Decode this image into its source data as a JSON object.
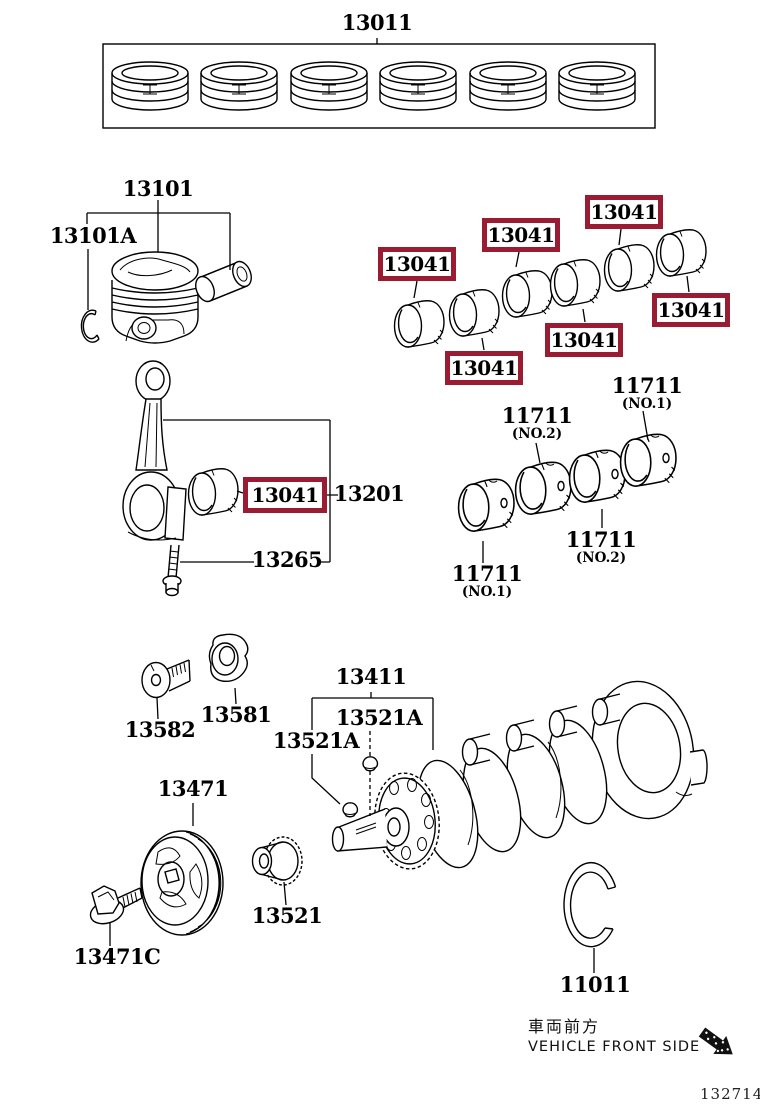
{
  "page": {
    "code": "132714"
  },
  "colors": {
    "highlight_border": "#9a1c33",
    "line": "#000000"
  },
  "footer": {
    "front_jp": "車両前方",
    "front_en": "VEHICLE FRONT SIDE"
  },
  "parts": {
    "n13011": "13011",
    "n13101": "13101",
    "n13101A": "13101A",
    "n13041": "13041",
    "n13201": "13201",
    "n13265": "13265",
    "n11711": "11711",
    "no1": "(NO.1)",
    "no2": "(NO.2)",
    "n13411": "13411",
    "n13521A": "13521A",
    "n13471": "13471",
    "n13471C": "13471C",
    "n13521": "13521",
    "n13582": "13582",
    "n13581": "13581",
    "n11011": "11011"
  }
}
